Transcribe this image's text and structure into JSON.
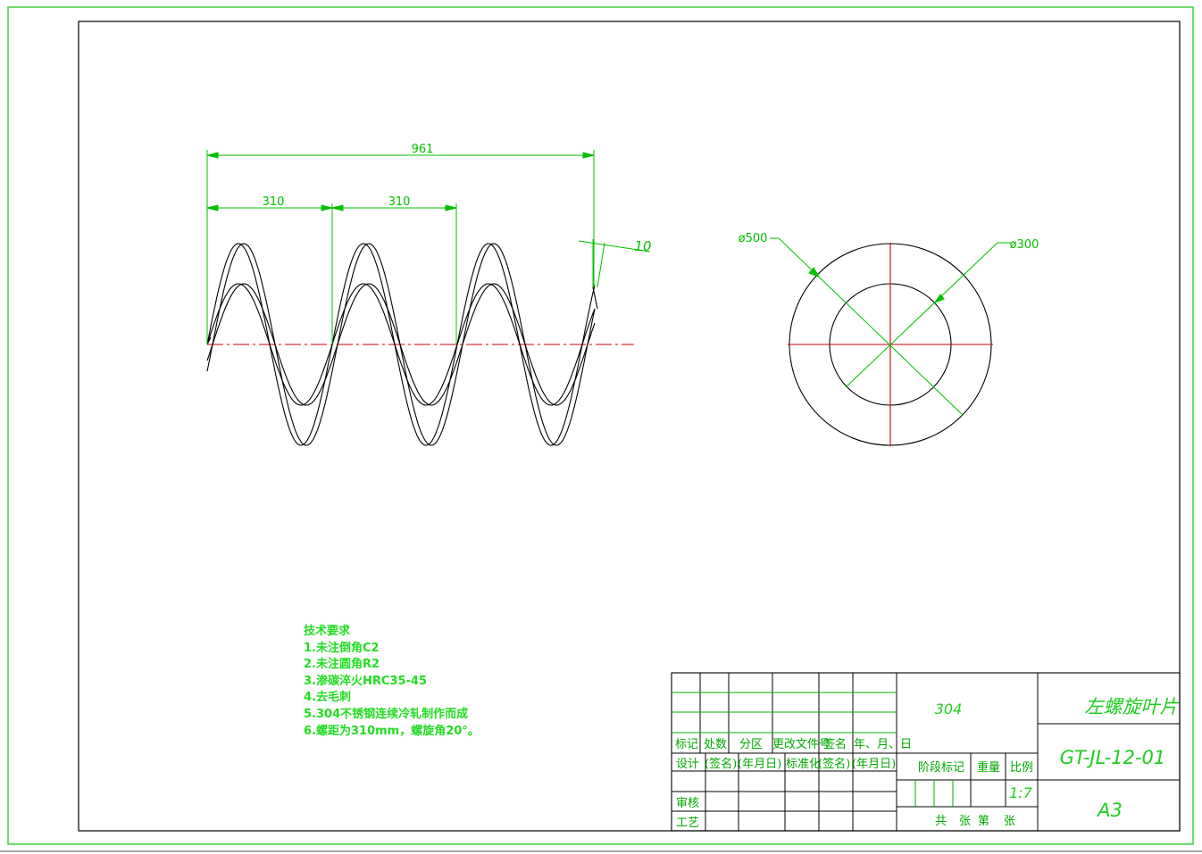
{
  "drawing": {
    "dimensions": {
      "overall_length": "961",
      "pitch_1": "310",
      "pitch_2": "310",
      "thickness": "10",
      "outer_diameter": "ø500",
      "inner_diameter": "ø300"
    },
    "helix": {
      "pitch": 310,
      "overall_length": 961,
      "turns_shown": 3,
      "outer_diameter": 500,
      "inner_diameter": 300
    }
  },
  "notes": {
    "title": "技术要求",
    "items": [
      "1.未注倒角C2",
      "2.未注圆角R2",
      "3.渗碳淬火HRC35-45",
      "4.去毛刺",
      "5.304不锈钢连续冷轧制作而成",
      "6.螺距为310mm，螺旋角20°。"
    ]
  },
  "title_block": {
    "material": "304",
    "part_name": "左螺旋叶片",
    "drawing_no": "GT-JL-12-01",
    "sheet_size": "A3",
    "scale_value": "1:7",
    "labels": {
      "mark": "标记",
      "count": "处数",
      "zone": "分区",
      "change_doc": "更改文件号",
      "sign": "签名",
      "date_ymd": "年、月、日",
      "design": "设计",
      "sign_paren": "(签名)",
      "date_paren": "(年月日)",
      "standardize": "标准化",
      "sign_paren2": "(签名)",
      "date_paren2": "(年月日)",
      "stage_mark": "阶段标记",
      "weight": "重量",
      "scale": "比例",
      "review": "审核",
      "process": "工艺",
      "total": "共",
      "sheets": "张",
      "sheet_no": "第",
      "sheet_unit": "张"
    }
  },
  "colors": {
    "outline": "#000000",
    "dimension": "#00c000",
    "centerline": "#cc0000",
    "frame": "#33cc33"
  }
}
